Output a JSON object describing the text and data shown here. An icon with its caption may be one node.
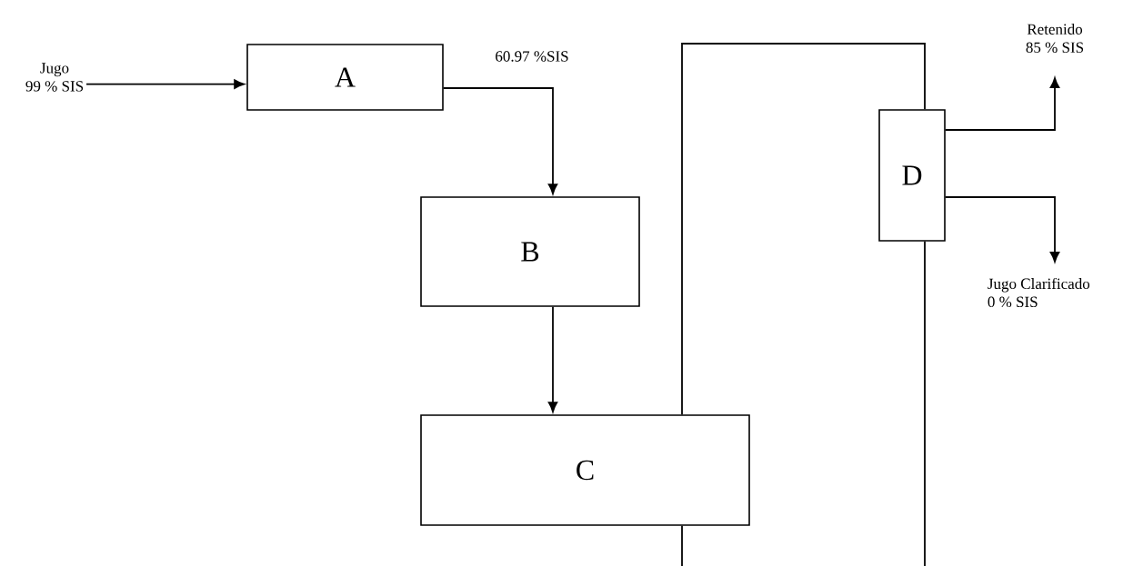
{
  "diagram": {
    "nodes": [
      {
        "text": [
          "Jugo",
          "99 % SIS"
        ]
      },
      {
        "text": [
          "A"
        ]
      },
      {
        "text": [
          "B"
        ]
      },
      {
        "text": [
          "C"
        ]
      },
      {
        "text": [
          "D"
        ]
      },
      {
        "text": [
          "Retenido",
          "85 % SIS"
        ]
      },
      {
        "text": [
          "Jugo Clarificado",
          "0 % SIS"
        ]
      }
    ],
    "edges": [
      {
        "from": 0,
        "to": 1,
        "arrow": "to"
      },
      {
        "from": 1,
        "to": 2,
        "arrow": "to",
        "label": "60.97 %SIS"
      },
      {
        "from": 2,
        "to": 3,
        "arrow": "to"
      },
      {
        "from": 3,
        "to": 4,
        "arrow": "none"
      },
      {
        "from": 4,
        "to": 5,
        "arrow": "to"
      },
      {
        "from": 4,
        "to": 6,
        "arrow": "to"
      },
      {
        "from": 3,
        "to": null,
        "arrow": "none"
      },
      {
        "from": 4,
        "to": null,
        "arrow": "none"
      }
    ]
  }
}
